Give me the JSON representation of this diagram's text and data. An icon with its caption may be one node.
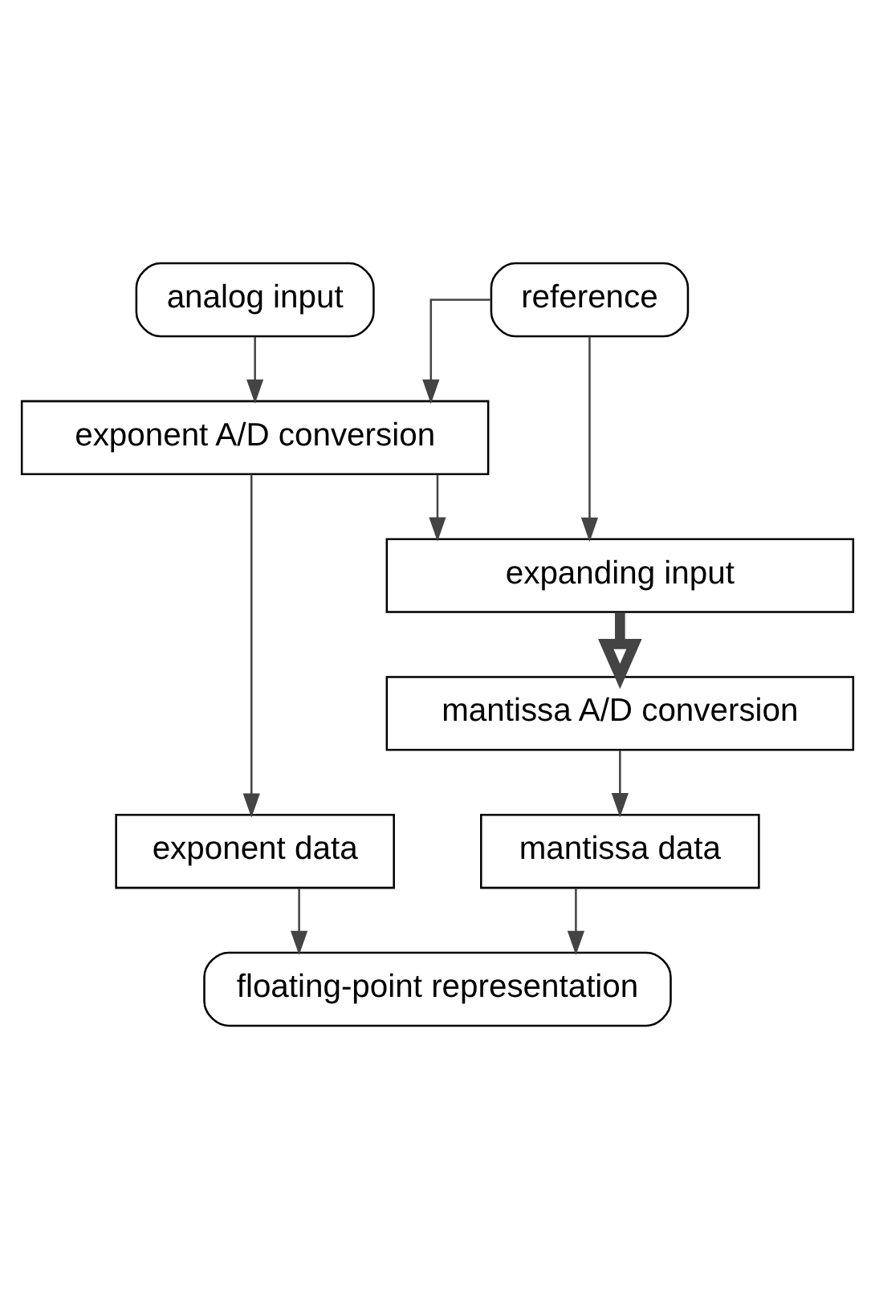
{
  "diagram": {
    "nodes": [
      {
        "text": [
          "analog input"
        ]
      },
      {
        "text": [
          "reference"
        ]
      },
      {
        "text": [
          "exponent A/D conversion"
        ]
      },
      {
        "text": [
          "expanding input"
        ]
      },
      {
        "text": [
          "mantissa A/D conversion"
        ]
      },
      {
        "text": [
          "exponent data"
        ]
      },
      {
        "text": [
          "mantissa data"
        ]
      },
      {
        "text": [
          "floating-point representation"
        ]
      }
    ],
    "edges": [
      {
        "from": 0,
        "to": 2,
        "arrow": "to"
      },
      {
        "from": 1,
        "to": 2,
        "arrow": "to"
      },
      {
        "from": 1,
        "to": 3,
        "arrow": "to"
      },
      {
        "from": 2,
        "to": 3,
        "arrow": "to"
      },
      {
        "from": 2,
        "to": 5,
        "arrow": "to"
      },
      {
        "from": 3,
        "to": 4,
        "arrow": "to",
        "style": "thick"
      },
      {
        "from": 4,
        "to": 6,
        "arrow": "to"
      },
      {
        "from": 5,
        "to": 7,
        "arrow": "to"
      },
      {
        "from": 6,
        "to": 7,
        "arrow": "to"
      }
    ]
  }
}
